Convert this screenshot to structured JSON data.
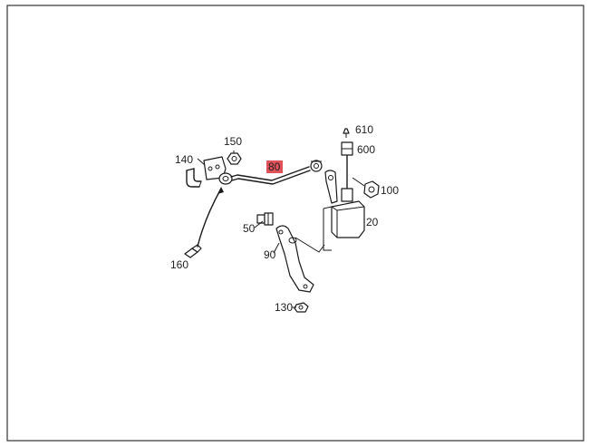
{
  "diagram": {
    "highlight_color": "#e0525a",
    "parts": [
      {
        "id": "610",
        "label": "610",
        "highlighted": false
      },
      {
        "id": "600",
        "label": "600",
        "highlighted": false
      },
      {
        "id": "150",
        "label": "150",
        "highlighted": false
      },
      {
        "id": "140",
        "label": "140",
        "highlighted": false
      },
      {
        "id": "80",
        "label": "80",
        "highlighted": true
      },
      {
        "id": "100",
        "label": "100",
        "highlighted": false
      },
      {
        "id": "20",
        "label": "20",
        "highlighted": false
      },
      {
        "id": "50",
        "label": "50",
        "highlighted": false
      },
      {
        "id": "90",
        "label": "90",
        "highlighted": false
      },
      {
        "id": "160",
        "label": "160",
        "highlighted": false
      },
      {
        "id": "130",
        "label": "130",
        "highlighted": false
      }
    ]
  }
}
